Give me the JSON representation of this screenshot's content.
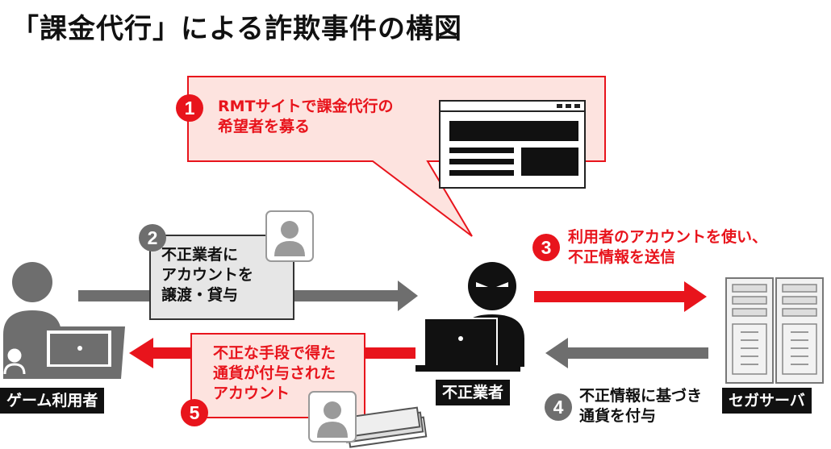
{
  "title": "「課金代行」による詐欺事件の構図",
  "steps": [
    {
      "num": "1",
      "text": "RMTサイトで課金代行の\n希望者を募る"
    },
    {
      "num": "2",
      "text": "不正業者に\nアカウントを\n譲渡・貸与"
    },
    {
      "num": "3",
      "text": "利用者のアカウントを使い、\n不正情報を送信"
    },
    {
      "num": "4",
      "text": "不正情報に基づき\n通貨を付与"
    },
    {
      "num": "5",
      "text": "不正な手段で得た\n通貨が付与された\nアカウント"
    }
  ],
  "actors": {
    "user": "ゲーム利用者",
    "fraudster": "不正業者",
    "server": "セガサーバ"
  },
  "colors": {
    "accent": "#e8141c",
    "gray": "#6e6e6e",
    "pink": "#fde3df"
  }
}
